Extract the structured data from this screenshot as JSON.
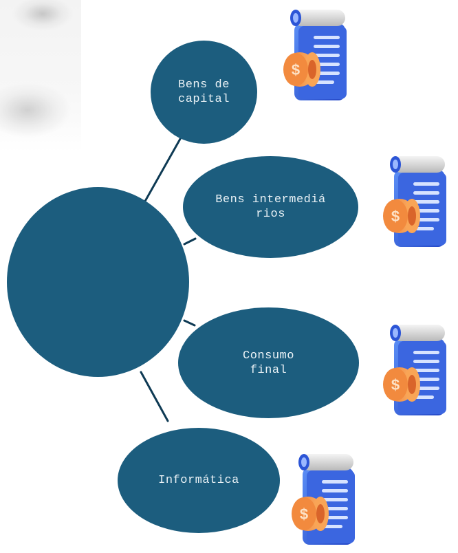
{
  "diagram": {
    "hub_label": "",
    "nodes": [
      {
        "label": "Bens de\ncapital"
      },
      {
        "label": "Bens intermediários"
      },
      {
        "label": "Consumo\nfinal"
      },
      {
        "label": "Informática"
      }
    ],
    "icons": [
      "invoice-scroll-icon",
      "invoice-scroll-icon",
      "invoice-scroll-icon",
      "invoice-scroll-icon"
    ],
    "colors": {
      "node_fill": "#1c5d7e",
      "connector": "#0e3a54",
      "node_text": "#eaf2f6"
    }
  }
}
